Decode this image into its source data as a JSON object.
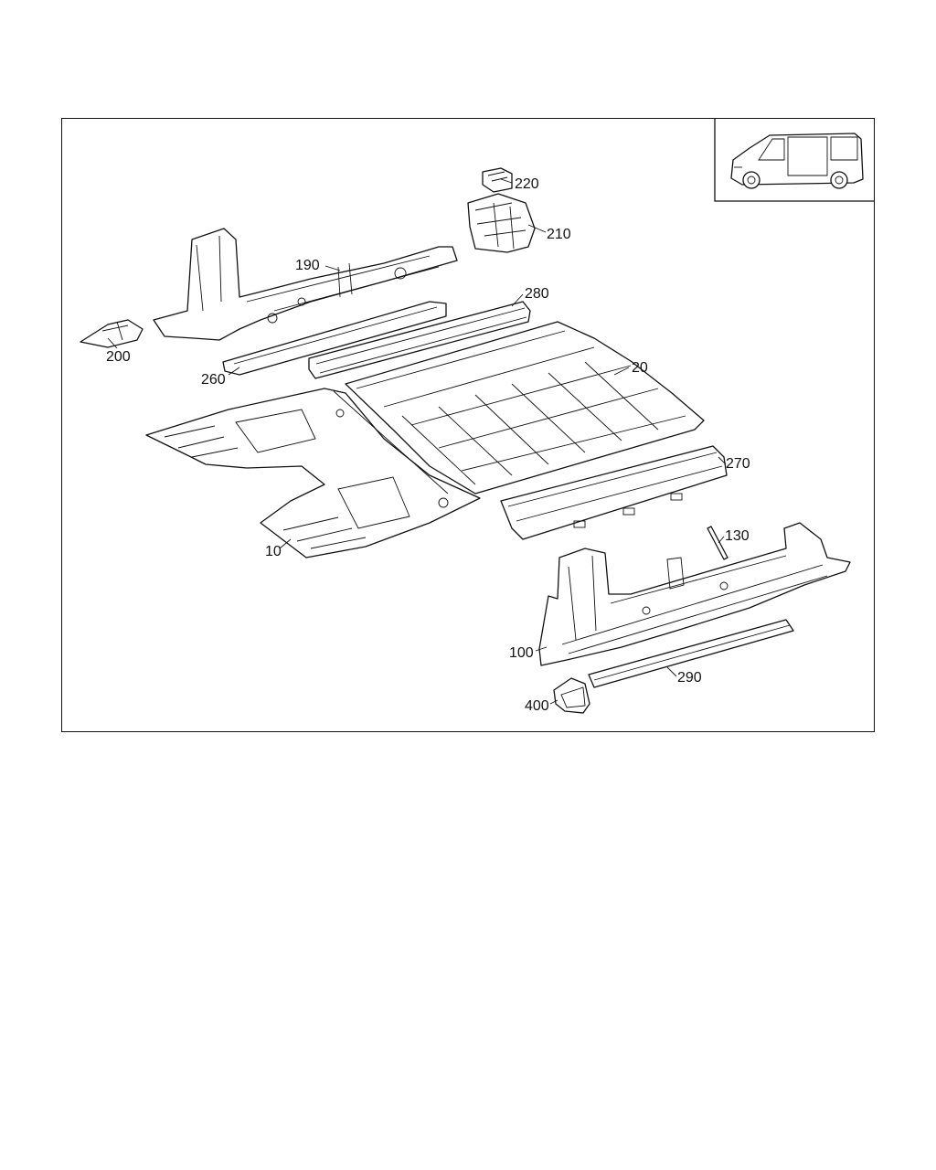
{
  "diagram": {
    "callouts": {
      "c220": "220",
      "c210": "210",
      "c190": "190",
      "c280": "280",
      "c200": "200",
      "c260": "260",
      "c20": "20",
      "c270": "270",
      "c10": "10",
      "c130": "130",
      "c100": "100",
      "c290": "290",
      "c400": "400"
    },
    "thumbnail_icon": "van-side-view-icon"
  }
}
